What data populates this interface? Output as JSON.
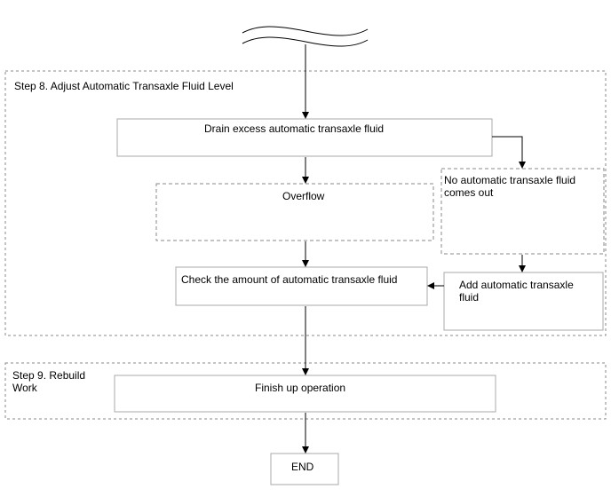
{
  "sections": {
    "step8": {
      "title": "Step 8. Adjust Automatic Transaxle Fluid Level"
    },
    "step9": {
      "title_line1": "Step 9. Rebuild",
      "title_line2": "Work"
    }
  },
  "boxes": {
    "drain": {
      "label": "Drain excess automatic transaxle fluid"
    },
    "overflow": {
      "label": "Overflow"
    },
    "no_fluid": {
      "label_line1": "No automatic transaxle fluid",
      "label_line2": "comes out"
    },
    "check": {
      "label": "Check the amount of automatic transaxle fluid"
    },
    "add": {
      "label_line1": "Add automatic transaxle",
      "label_line2": "fluid"
    },
    "finish": {
      "label": "Finish up operation"
    },
    "end": {
      "label": "END"
    }
  },
  "colors": {
    "solid_border": "#a8a8a8",
    "dashed_border": "#8a8a8a",
    "arrow": "#000000"
  }
}
